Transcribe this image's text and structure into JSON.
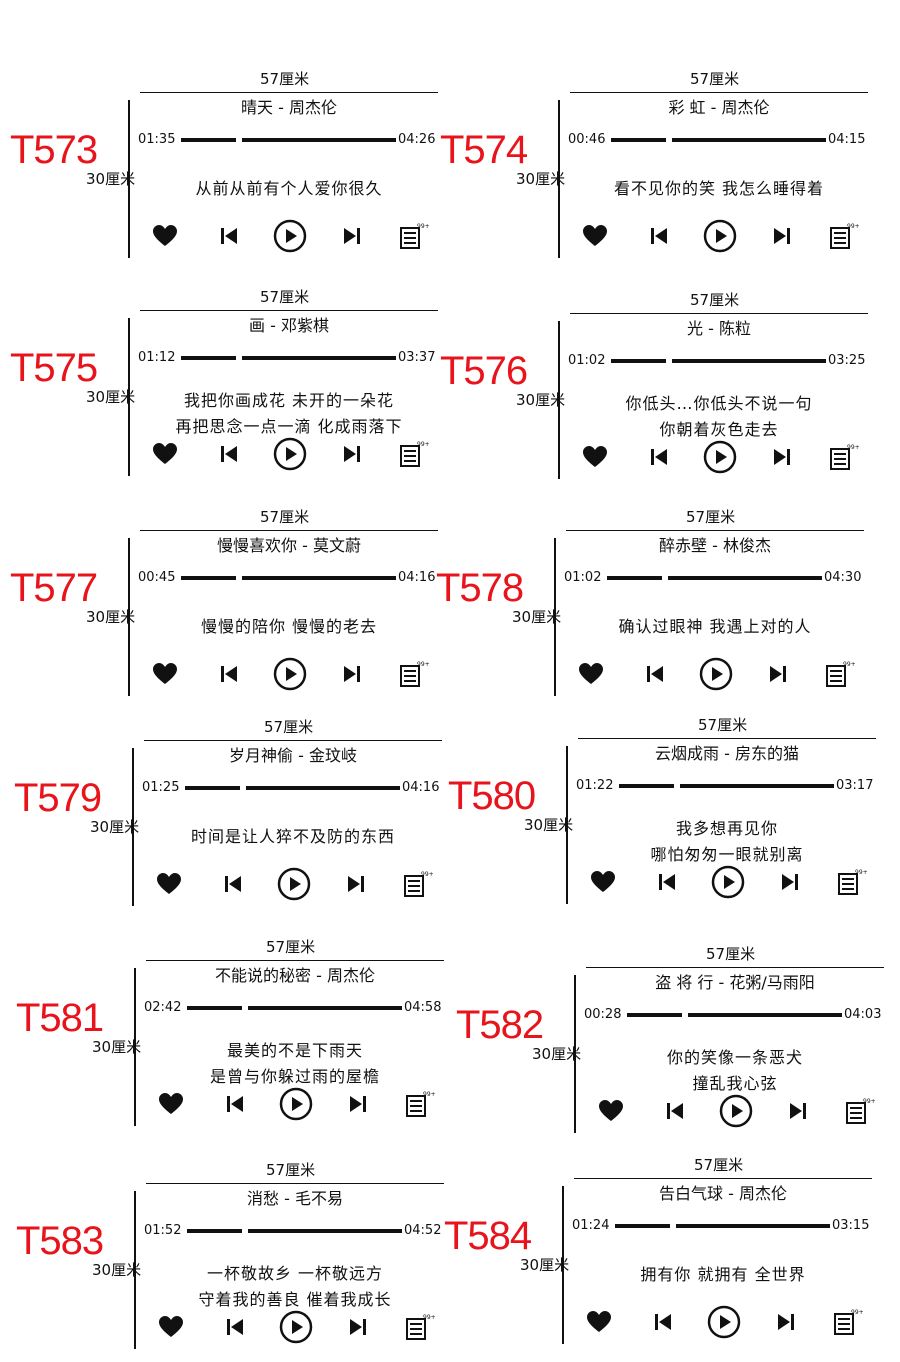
{
  "labels": {
    "width": "57厘米",
    "height": "30厘米"
  },
  "colors": {
    "code": "#e8141c",
    "ink": "#111111"
  },
  "icons": [
    "heart-icon",
    "skip-previous-icon",
    "play-icon",
    "skip-next-icon",
    "playlist-icon"
  ],
  "list_badge": "99+",
  "cards": [
    {
      "code": "T573",
      "title": "晴天 - 周杰伦",
      "elapsed": "01:35",
      "total": "04:26",
      "lyrics": [
        "从前从前有个人爱你很久"
      ]
    },
    {
      "code": "T574",
      "title": "彩 虹 - 周杰伦",
      "elapsed": "00:46",
      "total": "04:15",
      "lyrics": [
        "看不见你的笑 我怎么睡得着"
      ]
    },
    {
      "code": "T575",
      "title": "画 - 邓紫棋",
      "elapsed": "01:12",
      "total": "03:37",
      "lyrics": [
        "我把你画成花 未开的一朵花",
        "再把思念一点一滴 化成雨落下"
      ]
    },
    {
      "code": "T576",
      "title": "光 - 陈粒",
      "elapsed": "01:02",
      "total": "03:25",
      "lyrics": [
        "你低头…你低头不说一句",
        "你朝着灰色走去"
      ]
    },
    {
      "code": "T577",
      "title": "慢慢喜欢你 - 莫文蔚",
      "elapsed": "00:45",
      "total": "04:16",
      "lyrics": [
        "慢慢的陪你 慢慢的老去"
      ]
    },
    {
      "code": "T578",
      "title": "醉赤壁 - 林俊杰",
      "elapsed": "01:02",
      "total": "04:30",
      "lyrics": [
        "确认过眼神 我遇上对的人"
      ]
    },
    {
      "code": "T579",
      "title": "岁月神偷 - 金玟岐",
      "elapsed": "01:25",
      "total": "04:16",
      "lyrics": [
        "时间是让人猝不及防的东西"
      ]
    },
    {
      "code": "T580",
      "title": "云烟成雨 - 房东的猫",
      "elapsed": "01:22",
      "total": "03:17",
      "lyrics": [
        "我多想再见你",
        "哪怕匆匆一眼就别离"
      ]
    },
    {
      "code": "T581",
      "title": "不能说的秘密 - 周杰伦",
      "elapsed": "02:42",
      "total": "04:58",
      "lyrics": [
        "最美的不是下雨天",
        "是曾与你躲过雨的屋檐"
      ]
    },
    {
      "code": "T582",
      "title": "盗 将 行 - 花粥/马雨阳",
      "elapsed": "00:28",
      "total": "04:03",
      "lyrics": [
        "你的笑像一条恶犬",
        "撞乱我心弦"
      ]
    },
    {
      "code": "T583",
      "title": "消愁 - 毛不易",
      "elapsed": "01:52",
      "total": "04:52",
      "lyrics": [
        "一杯敬故乡 一杯敬远方",
        "守着我的善良 催着我成长"
      ]
    },
    {
      "code": "T584",
      "title": "告白气球 - 周杰伦",
      "elapsed": "01:24",
      "total": "03:15",
      "lyrics": [
        "拥有你 就拥有 全世界"
      ]
    }
  ]
}
